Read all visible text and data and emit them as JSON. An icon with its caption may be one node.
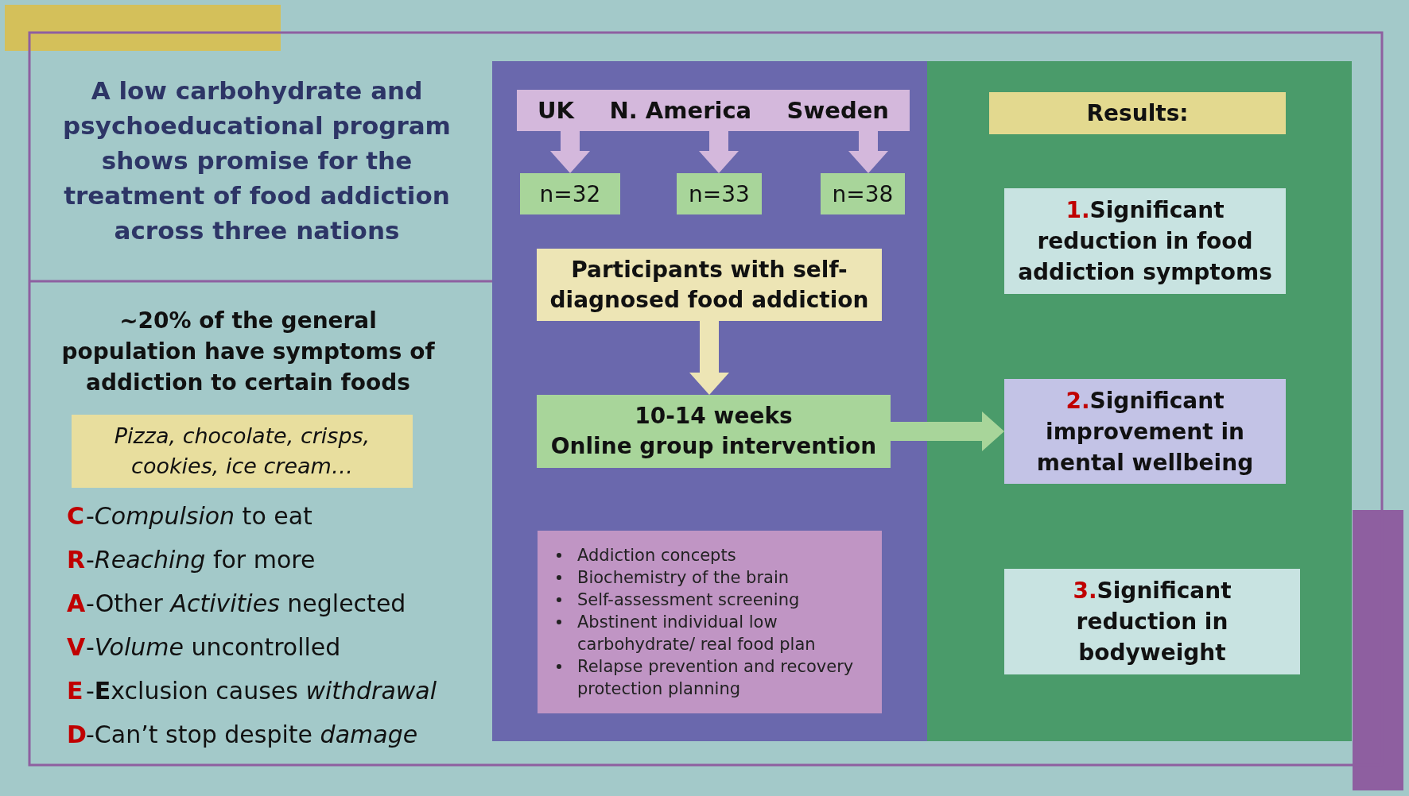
{
  "diagram": {
    "title": "A low carbohydrate and psychoeducational program shows promise for the treatment of food addiction across three nations",
    "nodes": [
      {
        "text": [
          "UK",
          "N. America",
          "Sweden"
        ]
      },
      {
        "text": [
          "n=32"
        ]
      },
      {
        "text": [
          "n=33"
        ]
      },
      {
        "text": [
          "n=38"
        ]
      },
      {
        "text": [
          "Participants with self-diagnosed food addiction"
        ]
      },
      {
        "text": [
          "10-14 weeks",
          "Online group intervention"
        ]
      },
      {
        "text": [
          "Addiction concepts",
          "Biochemistry of the brain",
          "Self-assessment screening",
          "Abstinent individual low carbohydrate/ real food plan",
          "Relapse prevention and recovery protection planning"
        ]
      },
      {
        "text": [
          "Results:"
        ]
      },
      {
        "text": [
          "1.",
          "Significant reduction in food addiction symptoms"
        ]
      },
      {
        "text": [
          "2.",
          "Significant improvement in mental wellbeing"
        ]
      },
      {
        "text": [
          "3.",
          "Significant reduction in bodyweight"
        ]
      },
      {
        "text": [
          "Pizza, chocolate, crisps, cookies, ice cream…"
        ]
      }
    ],
    "edges": [
      {
        "from": 0,
        "to": 1,
        "arrow": "to"
      },
      {
        "from": 0,
        "to": 2,
        "arrow": "to"
      },
      {
        "from": 0,
        "to": 3,
        "arrow": "to"
      },
      {
        "from": 4,
        "to": 5,
        "arrow": "to",
        "color": "#ede5b5"
      },
      {
        "from": 5,
        "to": 9,
        "arrow": "to",
        "color": "#a8d59a"
      }
    ],
    "labels": [
      "~20% of the general population have symptoms of addiction to certain foods",
      "C",
      "-*Compulsion* to eat",
      "R",
      "-*Reaching* for more",
      "A",
      "-Other *Activities* neglected",
      "V",
      "-*Volume* uncontrolled",
      "E",
      "-**E**xclusion causes *withdrawal*",
      "D",
      "-Can’t stop despite *damage*"
    ]
  }
}
